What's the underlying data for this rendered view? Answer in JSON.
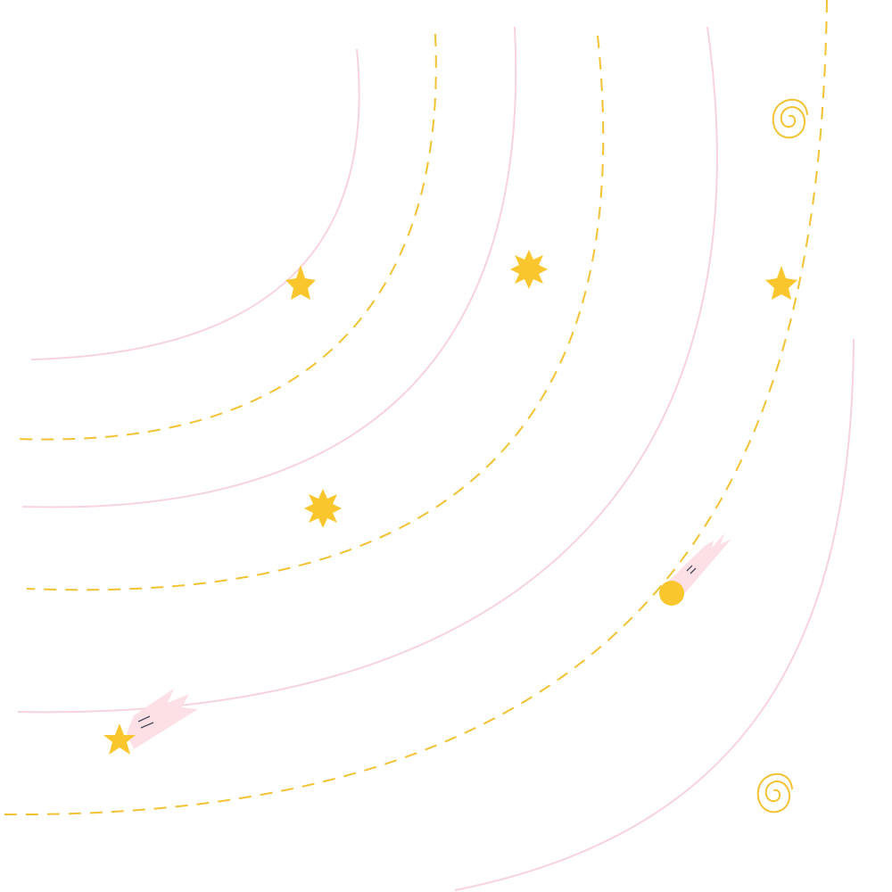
{
  "colors": {
    "background": "#ffffff",
    "solid_orbit": "#f7d3dc",
    "dashed_orbit": "#f2c232",
    "star_fill": "#f9c62e",
    "comet_tail": "#fce0e6",
    "comet_streak": "#4a4a5a",
    "spiral_stroke": "#f2c232"
  },
  "decorations": {
    "stars": [
      "five-point-star",
      "burst-star",
      "burst-star",
      "five-point-star"
    ],
    "comets": [
      "comet-with-star-head",
      "comet-with-round-head"
    ],
    "spirals": [
      "spiral",
      "spiral"
    ]
  }
}
